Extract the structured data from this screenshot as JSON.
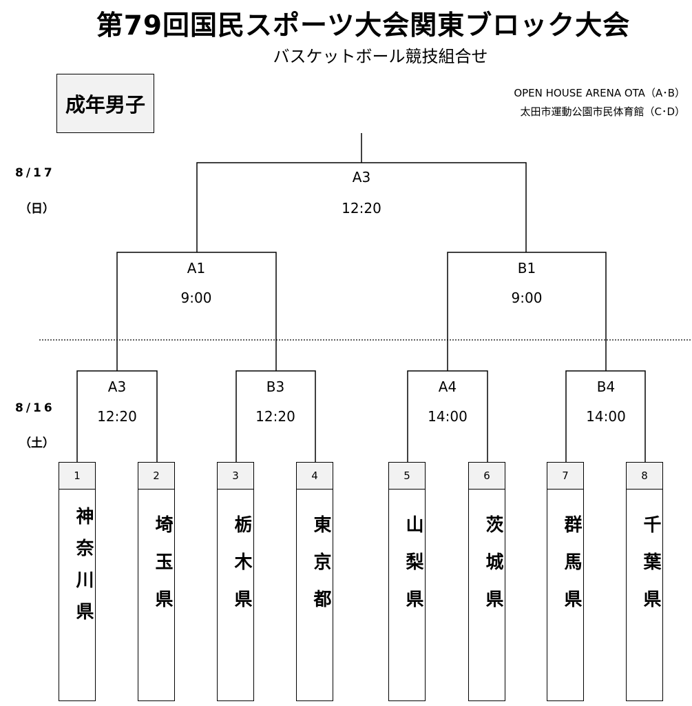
{
  "header": {
    "title": "第79回国民スポーツ大会関東ブロック大会",
    "subtitle": "バスケットボール競技組合せ",
    "category": "成年男子",
    "venue_line1": "OPEN HOUSE ARENA OTA（A･B）",
    "venue_line2": "太田市運動公園市民体育館（C･D）"
  },
  "days": {
    "day2_date": "8/17",
    "day2_weekday": "（日）",
    "day1_date": "8/16",
    "day1_weekday": "（土）"
  },
  "matches": {
    "final": {
      "court": "A3",
      "time": "12:20"
    },
    "semi_left": {
      "court": "A1",
      "time": "9:00"
    },
    "semi_right": {
      "court": "B1",
      "time": "9:00"
    },
    "r1": [
      {
        "court": "A3",
        "time": "12:20"
      },
      {
        "court": "B3",
        "time": "12:20"
      },
      {
        "court": "A4",
        "time": "14:00"
      },
      {
        "court": "B4",
        "time": "14:00"
      }
    ]
  },
  "teams": [
    {
      "num": "1",
      "name": "神奈川県"
    },
    {
      "num": "2",
      "name": "埼玉県"
    },
    {
      "num": "3",
      "name": "栃木県"
    },
    {
      "num": "4",
      "name": "東京都"
    },
    {
      "num": "5",
      "name": "山梨県"
    },
    {
      "num": "6",
      "name": "茨城県"
    },
    {
      "num": "7",
      "name": "群馬県"
    },
    {
      "num": "8",
      "name": "千葉県"
    }
  ]
}
